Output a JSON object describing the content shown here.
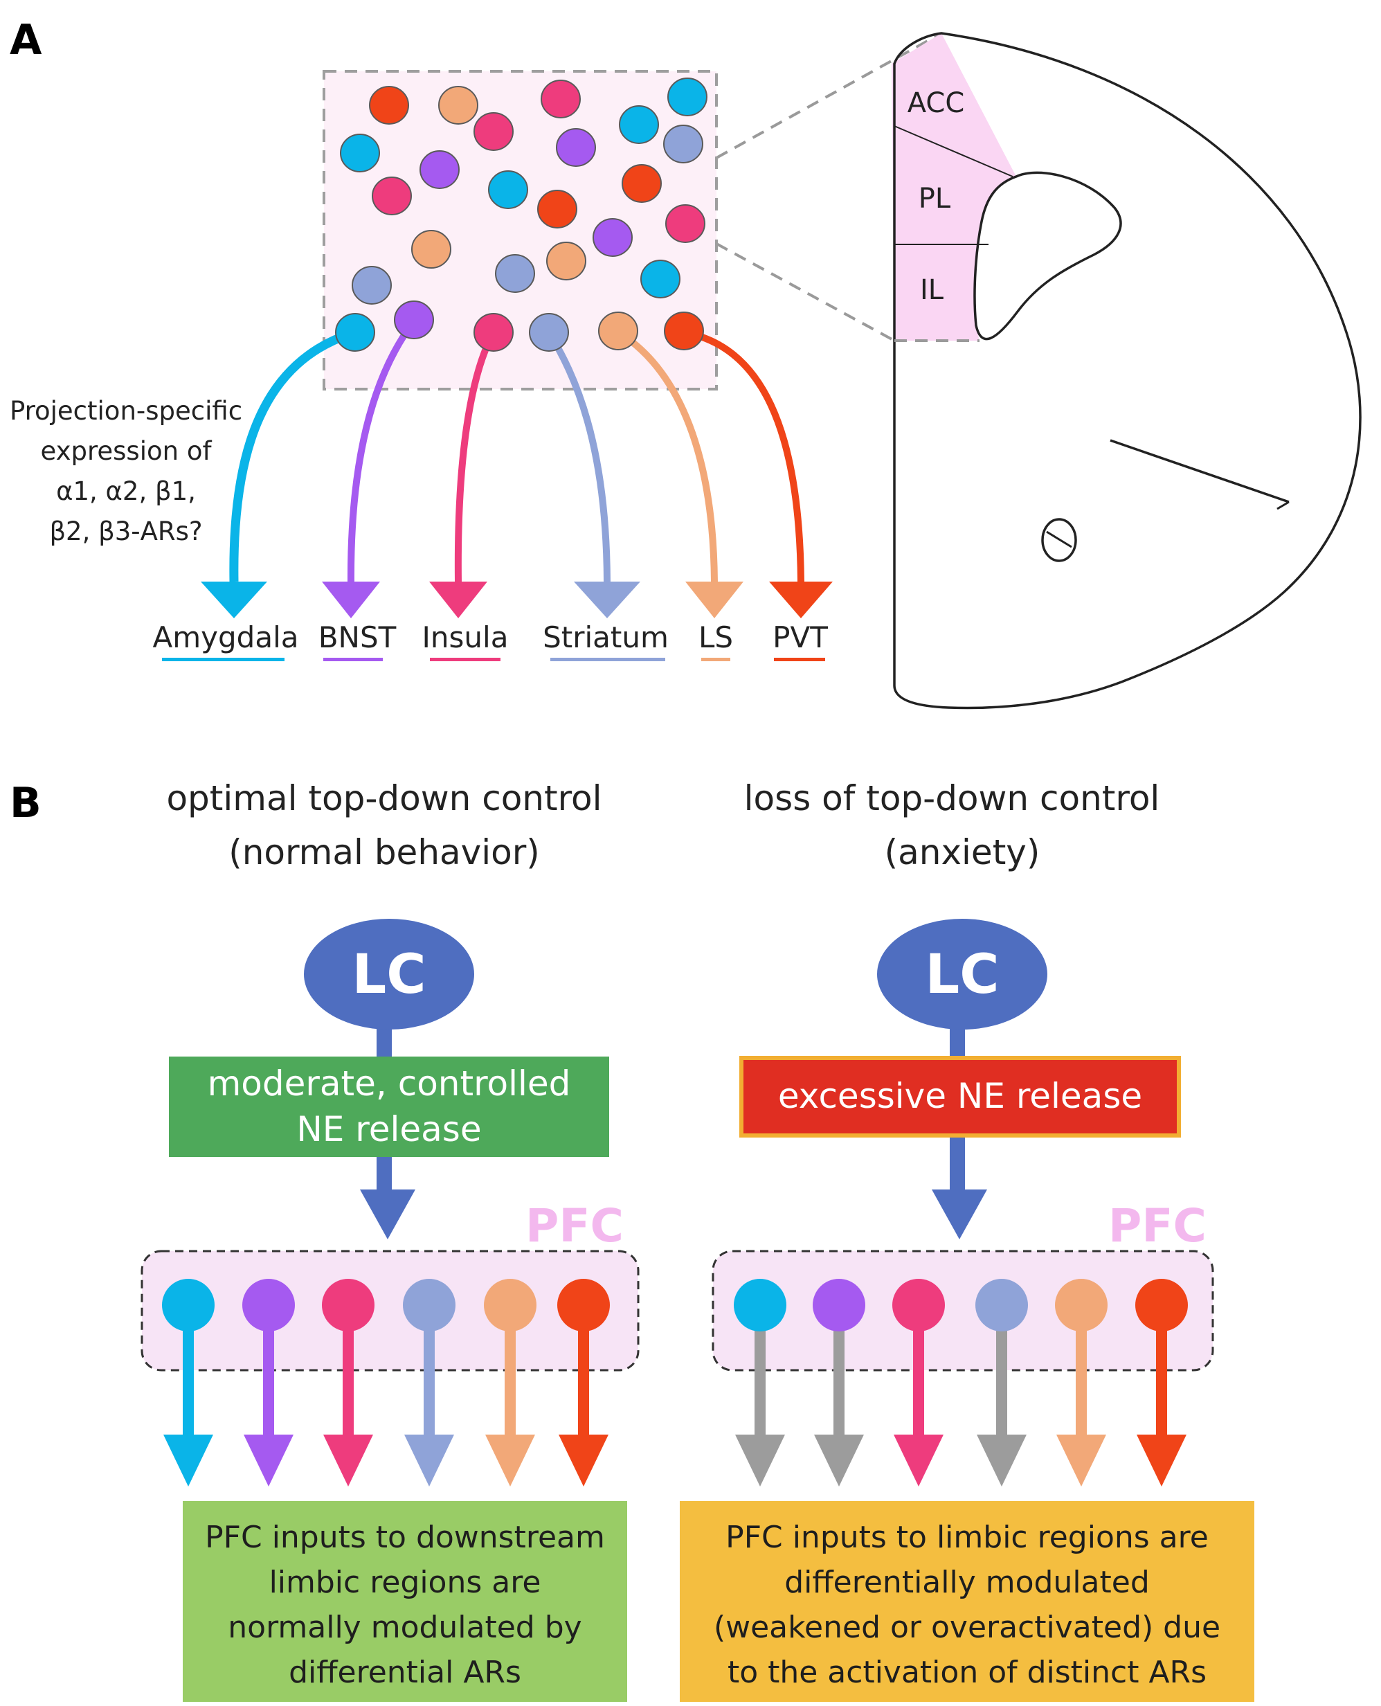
{
  "panels": {
    "a": {
      "letter": "A",
      "question": [
        "Projection-specific",
        "expression of",
        "α1, α2, β1,",
        "β2, β3-ARs?"
      ],
      "brain_regions": [
        {
          "id": "acc",
          "label": "ACC"
        },
        {
          "id": "pl",
          "label": "PL"
        },
        {
          "id": "il",
          "label": "IL"
        }
      ],
      "targets": [
        {
          "id": "amygdala",
          "label": "Amygdala",
          "color": "#0AB4E8"
        },
        {
          "id": "bnst",
          "label": "BNST",
          "color": "#A55AF0"
        },
        {
          "id": "insula",
          "label": "Insula",
          "color": "#EE3C7D"
        },
        {
          "id": "striatum",
          "label": "Striatum",
          "color": "#8FA3D8"
        },
        {
          "id": "ls",
          "label": "LS",
          "color": "#F2A878"
        },
        {
          "id": "pvt",
          "label": "PVT",
          "color": "#F04418"
        }
      ]
    },
    "b": {
      "letter": "B",
      "left": {
        "title": [
          "optimal top-down control",
          "(normal behavior)"
        ],
        "source": "LC",
        "release": [
          "moderate, controlled",
          "NE release"
        ],
        "region": "PFC",
        "outcome": [
          "PFC inputs to downstream",
          "limbic regions are",
          "normally modulated by",
          "differential ARs"
        ]
      },
      "right": {
        "title": [
          "loss of top-down control",
          "(anxiety)"
        ],
        "source": "LC",
        "release": [
          "excessive NE release"
        ],
        "region": "PFC",
        "outcome": [
          "PFC inputs to limbic regions are",
          "differentially modulated",
          "(weakened or overactivated) due",
          "to the activation of distinct ARs"
        ]
      }
    }
  },
  "colors": {
    "lc_blue": "#4F6EC0",
    "moderate_green": "#4EA95A",
    "excessive_red": "#E02E22",
    "excessive_border": "#F2AE32",
    "pfc_pink": "#F3B8EE",
    "outcome_green": "#99CC66",
    "outcome_orange": "#F4BE40",
    "inhibited_gray": "#9C9C9C"
  }
}
